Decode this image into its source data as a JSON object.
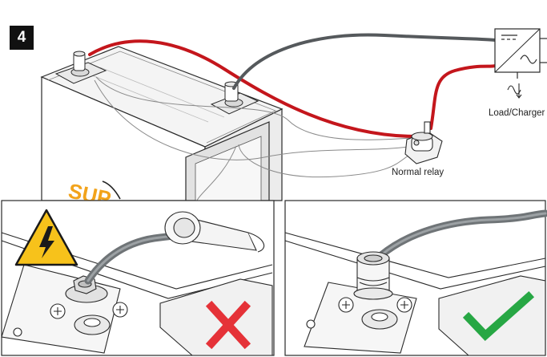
{
  "step": {
    "number": "4"
  },
  "labels": {
    "relay": "Normal relay",
    "load_charger": "Load/Charger"
  },
  "brand_fragment": "SUP",
  "panels": {
    "wrong": {
      "mark": "cross",
      "mark_color": "#e53238",
      "warning_color": "#f7c21b"
    },
    "correct": {
      "mark": "check",
      "mark_color": "#27a744"
    }
  },
  "colors": {
    "cable_red": "#c4161c",
    "cable_gray": "#55595c",
    "line": "#2a2a2a"
  }
}
